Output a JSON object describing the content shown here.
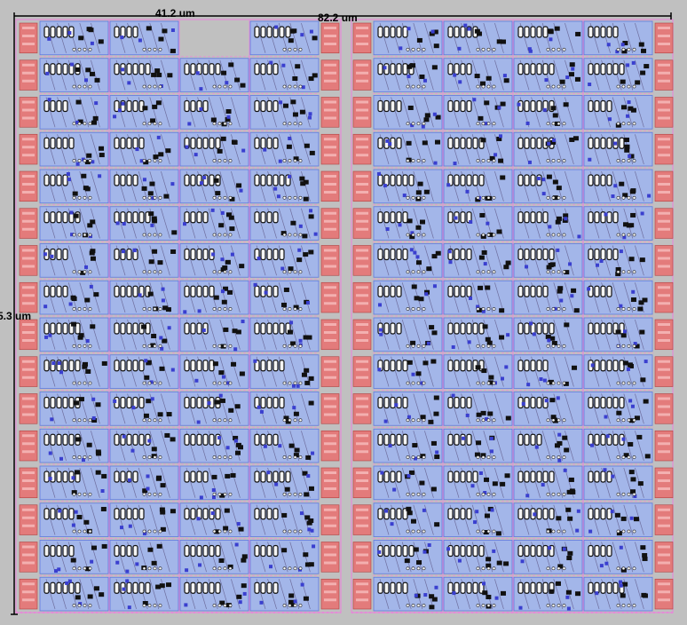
{
  "view": {
    "background": "#c0c0c0",
    "colors": {
      "metal1": "#9db4f0",
      "metal1_edge": "#5d78e0",
      "metal2": "#e68ad8",
      "pad": "#e37b7b",
      "via": "#111111",
      "diffusion": "#f4f4f4",
      "poly": "#3a3fcf",
      "ruler": "#000000"
    }
  },
  "rulers": {
    "width_top": "41.2 um",
    "width_full": "82.2 um",
    "height_left": "5.3 um"
  },
  "layout": {
    "macros": 2,
    "rows_per_macro": 16,
    "columns_per_macro": 4
  }
}
